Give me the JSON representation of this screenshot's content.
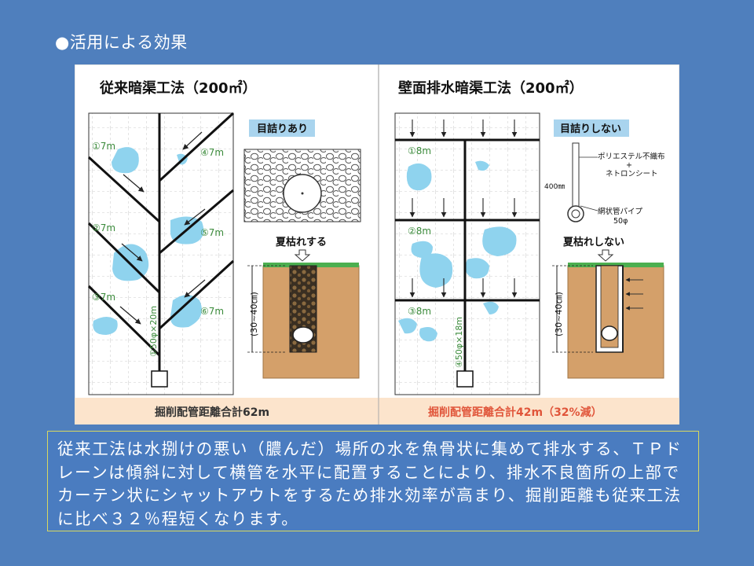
{
  "slide": {
    "title": "●活用による効果"
  },
  "figure": {
    "left": {
      "heading": "従来暗渠工法（200㎡）",
      "note_box": "目詰りあり",
      "summer_label": "夏枯れする",
      "depth_label": "(30~40㎝)",
      "pipe_label": "①50φ×20m",
      "branch_labels": [
        "①7m",
        "②7m",
        "③7m",
        "④7m",
        "⑤7m",
        "⑥7m"
      ],
      "total": "掘削配管距離合計62m"
    },
    "right": {
      "heading": "壁面排水暗渠工法（200㎡）",
      "note_box": "目詰りしない",
      "summer_label": "夏枯れしない",
      "depth_label": "(30~40㎝)",
      "pipe_label": "④50φ×18m",
      "branch_labels": [
        "①8m",
        "②8m",
        "③8m"
      ],
      "material_1": "ポリエステル不織布",
      "material_plus": "+",
      "material_2": "ネトロンシート",
      "height_label": "400㎜",
      "pipe_type": "網状管パイプ",
      "pipe_size": "50φ",
      "total": "掘削配管距離合計42m（32%減）"
    }
  },
  "caption": {
    "text": "従来工法は水捌けの悪い（膿んだ）場所の水を魚骨状に集めて排水する、ＴＰドレーンは傾斜に対して横管を水平に配置することにより、排水不良箇所の上部でカーテン状にシャットアウトをするため排水効率が高まり、掘削距離も従来工法に比べ３２％程短くなります。"
  },
  "colors": {
    "background": "#4f7fbd",
    "water_patch": "#8fd3ee",
    "soil": "#d4a06a",
    "grass": "#4caf50",
    "total_bar": "#fce4cc",
    "total_text_right": "#e0553a",
    "note_box": "#a9d4ee"
  }
}
